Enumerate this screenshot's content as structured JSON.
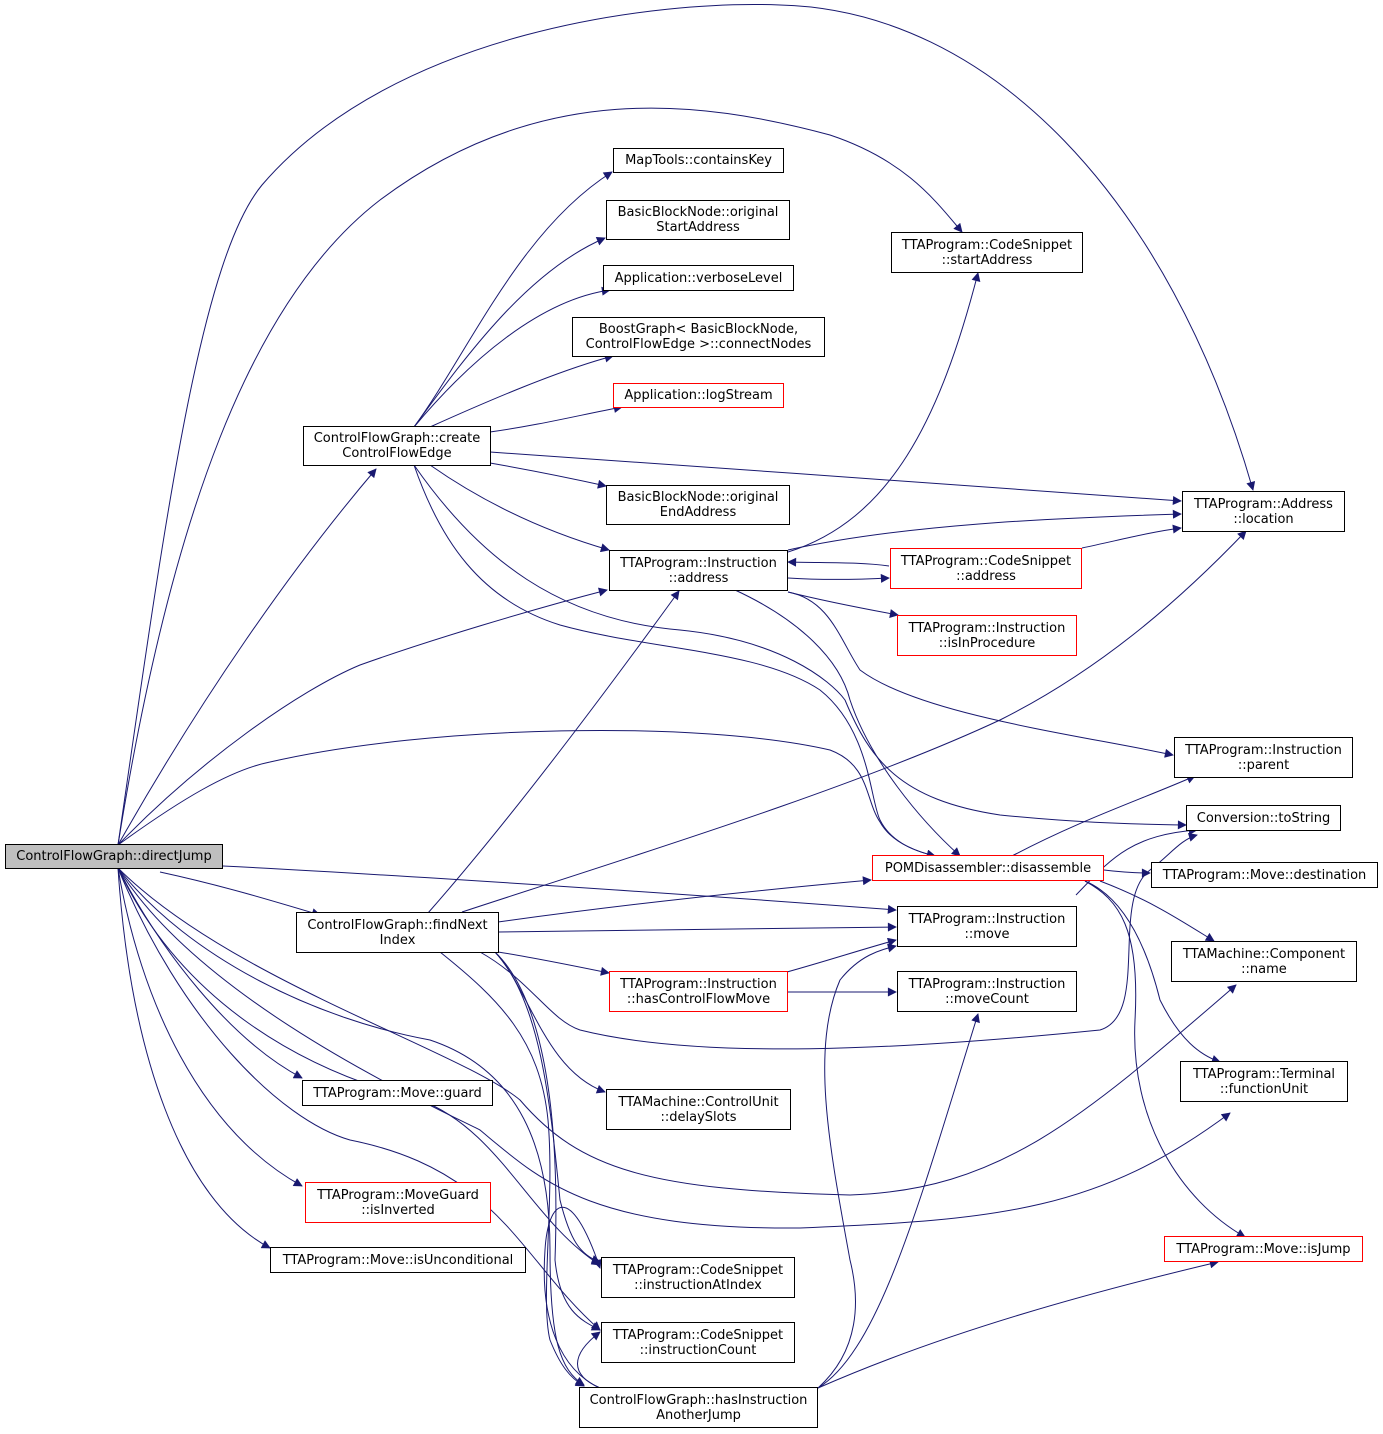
{
  "colors": {
    "edge": "#191970",
    "node_border": "#000000",
    "node_border_red": "#ff0000",
    "root_fill": "#bfbfbf"
  },
  "nodes": {
    "directJump": {
      "l1": "ControlFlowGraph::directJump",
      "l2": ""
    },
    "containsKey": {
      "l1": "MapTools::containsKey",
      "l2": ""
    },
    "originalStart": {
      "l1": "BasicBlockNode::original",
      "l2": "StartAddress"
    },
    "verboseLevel": {
      "l1": "Application::verboseLevel",
      "l2": ""
    },
    "connectNodes": {
      "l1": "BoostGraph< BasicBlockNode,",
      "l2": " ControlFlowEdge >::connectNodes"
    },
    "logStream": {
      "l1": "Application::logStream",
      "l2": ""
    },
    "createEdge": {
      "l1": "ControlFlowGraph::create",
      "l2": "ControlFlowEdge"
    },
    "originalEnd": {
      "l1": "BasicBlockNode::original",
      "l2": "EndAddress"
    },
    "instrAddress": {
      "l1": "TTAProgram::Instruction",
      "l2": "::address"
    },
    "csStartAddress": {
      "l1": "TTAProgram::CodeSnippet",
      "l2": "::startAddress"
    },
    "addrLocation": {
      "l1": "TTAProgram::Address",
      "l2": "::location"
    },
    "csAddress": {
      "l1": "TTAProgram::CodeSnippet",
      "l2": "::address"
    },
    "isInProcedure": {
      "l1": "TTAProgram::Instruction",
      "l2": "::isInProcedure"
    },
    "instrParent": {
      "l1": "TTAProgram::Instruction",
      "l2": "::parent"
    },
    "toString": {
      "l1": "Conversion::toString",
      "l2": ""
    },
    "disassemble": {
      "l1": "POMDisassembler::disassemble",
      "l2": ""
    },
    "moveDestination": {
      "l1": "TTAProgram::Move::destination",
      "l2": ""
    },
    "instrMove": {
      "l1": "TTAProgram::Instruction",
      "l2": "::move"
    },
    "findNextIndex": {
      "l1": "ControlFlowGraph::findNext",
      "l2": "Index"
    },
    "componentName": {
      "l1": "TTAMachine::Component",
      "l2": "::name"
    },
    "hasControlFlowMove": {
      "l1": "TTAProgram::Instruction",
      "l2": "::hasControlFlowMove"
    },
    "moveCount": {
      "l1": "TTAProgram::Instruction",
      "l2": "::moveCount"
    },
    "functionUnit": {
      "l1": "TTAProgram::Terminal",
      "l2": "::functionUnit"
    },
    "moveGuard": {
      "l1": "TTAProgram::Move::guard",
      "l2": ""
    },
    "delaySlots": {
      "l1": "TTAMachine::ControlUnit",
      "l2": "::delaySlots"
    },
    "isInverted": {
      "l1": "TTAProgram::MoveGuard",
      "l2": "::isInverted"
    },
    "isUnconditional": {
      "l1": "TTAProgram::Move::isUnconditional",
      "l2": ""
    },
    "isJump": {
      "l1": "TTAProgram::Move::isJump",
      "l2": ""
    },
    "instrAtIndex": {
      "l1": "TTAProgram::CodeSnippet",
      "l2": "::instructionAtIndex"
    },
    "instrCount": {
      "l1": "TTAProgram::CodeSnippet",
      "l2": "::instructionCount"
    },
    "hasAnotherJump": {
      "l1": "ControlFlowGraph::hasInstruction",
      "l2": "AnotherJump"
    }
  }
}
